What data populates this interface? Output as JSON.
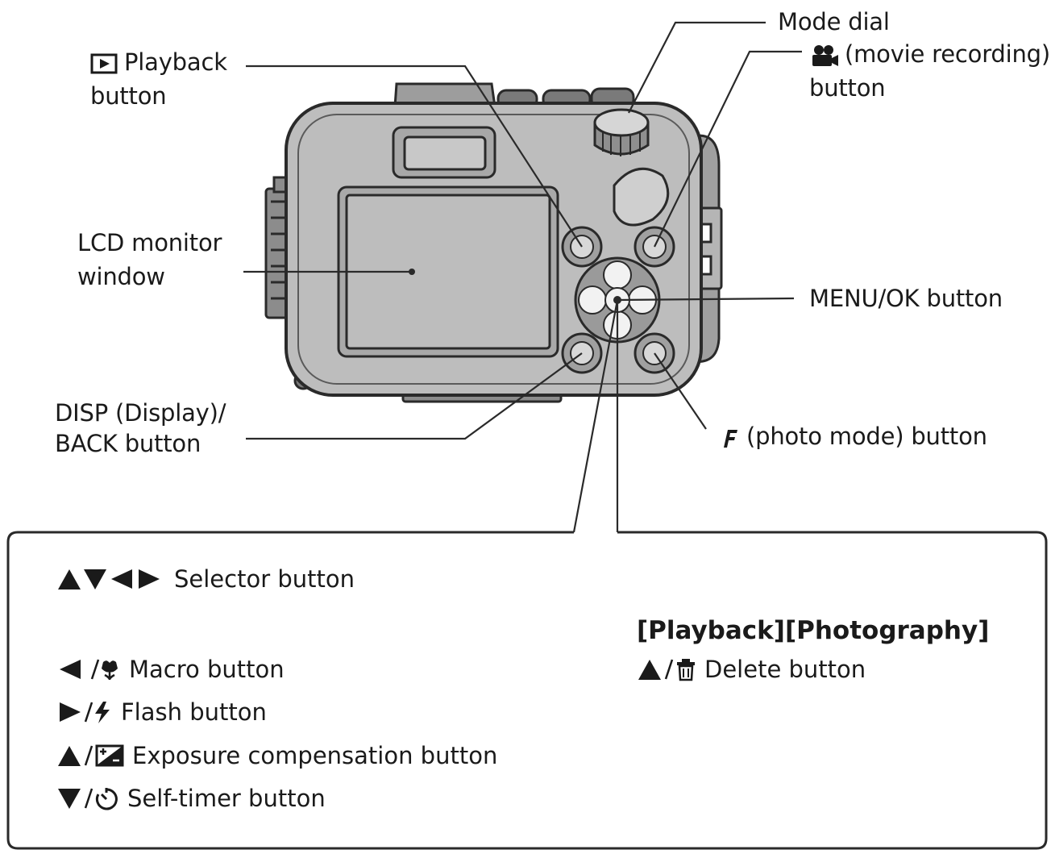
{
  "callouts": {
    "playback_line1": "Playback",
    "playback_line2": "button",
    "mode_dial": "Mode dial",
    "movie_line1": "(movie recording)",
    "movie_line2": "button",
    "lcd_line1": "LCD monitor",
    "lcd_line2": "window",
    "menu_ok": "MENU/OK button",
    "disp_line1": "DISP (Display)/",
    "disp_line2": "BACK button",
    "photo_mode": "(photo mode) button"
  },
  "legend": {
    "selector": "Selector button",
    "macro": "Macro button",
    "flash": "Flash button",
    "exposure": "Exposure compensation button",
    "self_timer": "Self-timer button",
    "mode_heading": "[Playback][Photography]",
    "delete": "Delete button"
  },
  "icons": {
    "playback": "play-icon",
    "movie": "movie-camera-icon",
    "photo_mode": "f-mode-icon",
    "macro": "tulip-icon",
    "flash": "lightning-icon",
    "exposure": "exposure-compensation-icon",
    "self_timer": "timer-icon",
    "delete": "trash-icon"
  },
  "colors": {
    "camera_body": "#bdbdbd",
    "camera_outline": "#2a2a2a",
    "text": "#1a1a1a"
  }
}
